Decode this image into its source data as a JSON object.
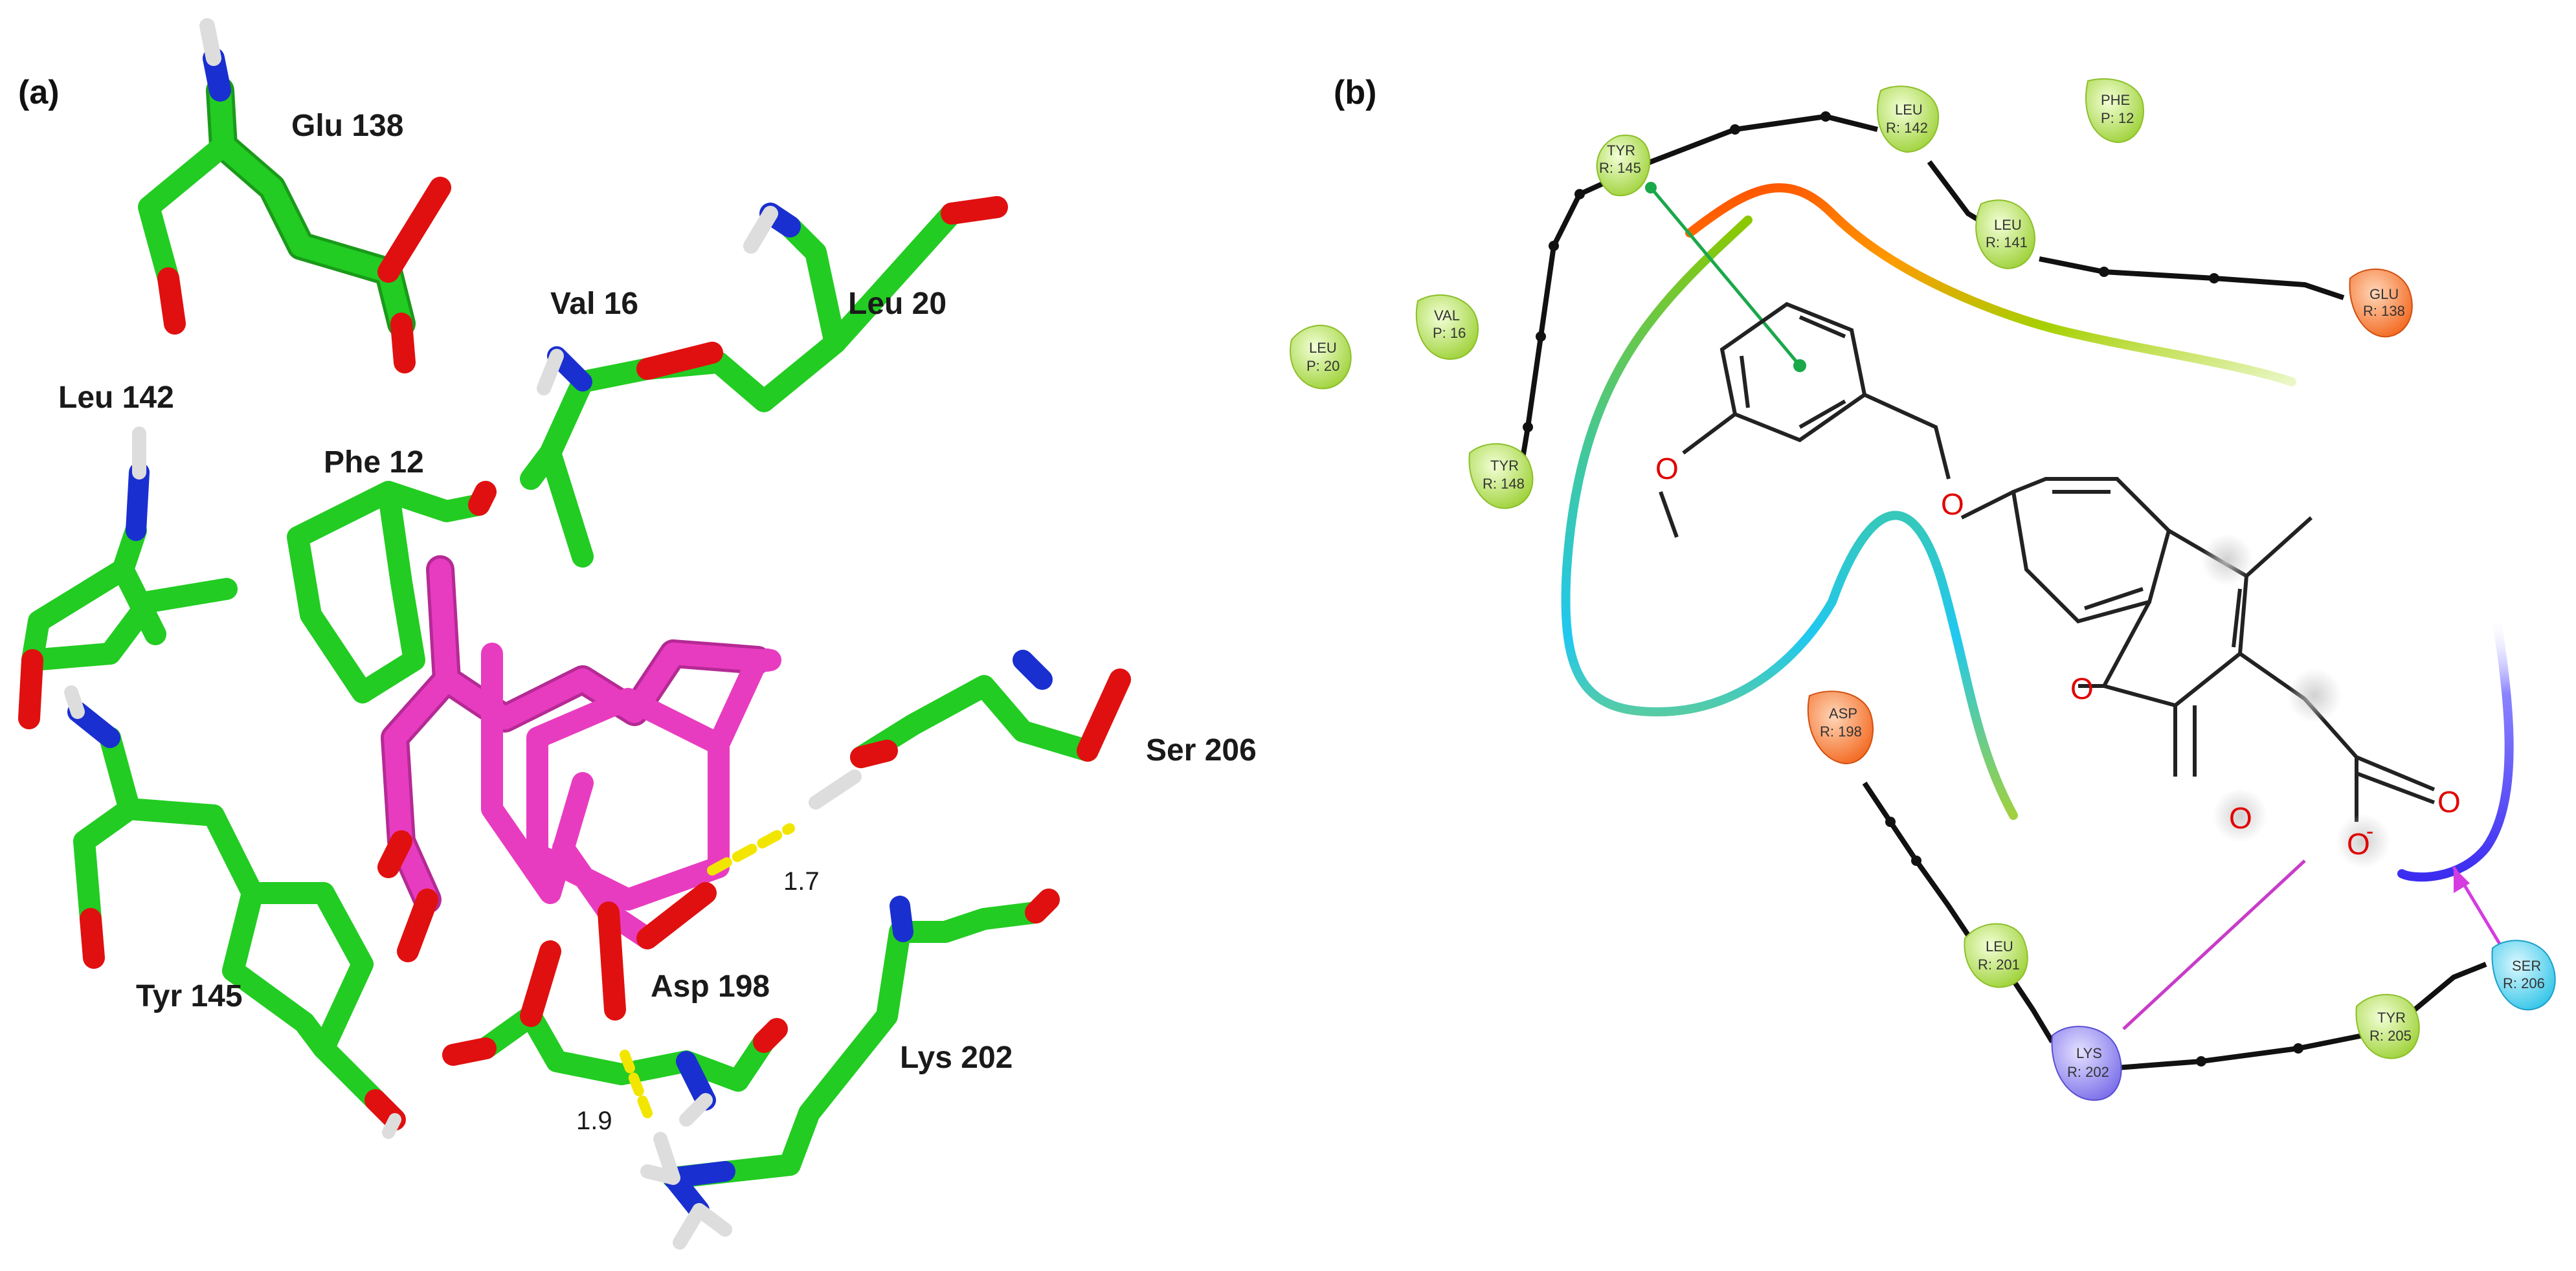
{
  "panels": {
    "a": "(a)",
    "b": "(b)"
  },
  "panel_a": {
    "residues": [
      {
        "id": "glu138",
        "text": "Glu 138"
      },
      {
        "id": "val16",
        "text": "Val 16"
      },
      {
        "id": "leu20",
        "text": "Leu 20"
      },
      {
        "id": "leu142",
        "text": "Leu 142"
      },
      {
        "id": "phe12",
        "text": "Phe 12"
      },
      {
        "id": "ser206",
        "text": "Ser 206"
      },
      {
        "id": "tyr145",
        "text": "Tyr 145"
      },
      {
        "id": "asp198",
        "text": "Asp 198"
      },
      {
        "id": "lys202",
        "text": "Lys 202"
      }
    ],
    "hbond_distances": [
      {
        "id": "d1",
        "text": "1.7"
      },
      {
        "id": "d2",
        "text": "1.9"
      }
    ],
    "colors": {
      "carbon": "#22cc22",
      "ligand": "#e83cc0",
      "oxygen": "#e01010",
      "nitrogen": "#1a2fd0",
      "hydrogen": "#dddddd",
      "hbond": "#f2e600"
    }
  },
  "panel_b": {
    "residues": [
      {
        "id": "tyr145",
        "name": "TYR",
        "num": "R: 145",
        "type": "hydrophobic"
      },
      {
        "id": "leu142",
        "name": "LEU",
        "num": "R: 142",
        "type": "hydrophobic"
      },
      {
        "id": "phe12",
        "name": "PHE",
        "num": "P: 12",
        "type": "hydrophobic"
      },
      {
        "id": "leu141",
        "name": "LEU",
        "num": "R: 141",
        "type": "hydrophobic"
      },
      {
        "id": "glu138",
        "name": "GLU",
        "num": "R: 138",
        "type": "negative"
      },
      {
        "id": "leu20",
        "name": "LEU",
        "num": "P: 20",
        "type": "hydrophobic"
      },
      {
        "id": "val16",
        "name": "VAL",
        "num": "P: 16",
        "type": "hydrophobic"
      },
      {
        "id": "tyr148",
        "name": "TYR",
        "num": "R: 148",
        "type": "hydrophobic"
      },
      {
        "id": "asp198",
        "name": "ASP",
        "num": "R: 198",
        "type": "negative"
      },
      {
        "id": "leu201",
        "name": "LEU",
        "num": "R: 201",
        "type": "hydrophobic"
      },
      {
        "id": "lys202",
        "name": "LYS",
        "num": "R: 202",
        "type": "positive"
      },
      {
        "id": "tyr205",
        "name": "TYR",
        "num": "R: 205",
        "type": "hydrophobic"
      },
      {
        "id": "ser206",
        "name": "SER",
        "num": "R: 206",
        "type": "polar"
      }
    ],
    "atoms": [
      {
        "id": "o-methoxy",
        "text": "O"
      },
      {
        "id": "o-ether",
        "text": "O"
      },
      {
        "id": "o-ring",
        "text": "O"
      },
      {
        "id": "o-carbonyl",
        "text": "O"
      },
      {
        "id": "o-carboxylate",
        "text": "O"
      },
      {
        "id": "o-carboxyl",
        "text": "O"
      },
      {
        "id": "charge",
        "text": "-"
      }
    ],
    "colors": {
      "hydrophobic": "#b9e35a",
      "negative": "#ff7a3a",
      "positive": "#8f86f0",
      "polar": "#56d8f0",
      "pi_stack": "#1aa84a",
      "salt_bridge": "#c83cc8",
      "hbond": "#d43ce0",
      "backbone": "#111111"
    }
  }
}
